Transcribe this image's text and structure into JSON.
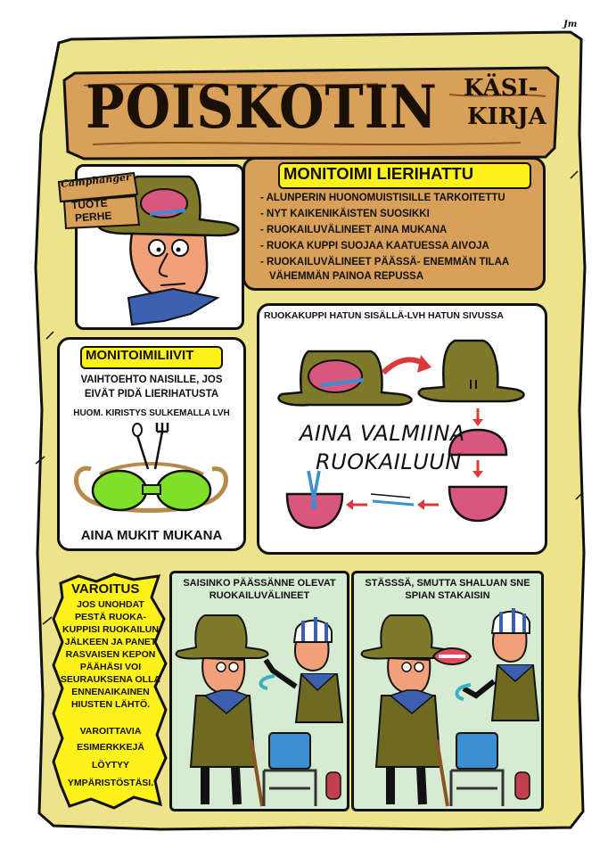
{
  "signature": "Jm",
  "title": {
    "main": "POISKOTIN",
    "side_line1": "KÄSI-",
    "side_line2": "KIRJA"
  },
  "badge": {
    "brand": "Camphanger",
    "line1": "TUOTE",
    "line2": "PERHE"
  },
  "hat_section": {
    "heading": "MONITOIMI LIERIHATTU",
    "items": [
      "- ALUNPERIN HUONOMUISTISILLE TARKOITETTU",
      "- NYT KAIKENIKÄISTEN SUOSIKKI",
      "- RUOKAILUVÄLINEET AINA MUKANA",
      "- RUOKA KUPPI SUOJAA KAATUESSA AIVOJA",
      "- RUOKAILUVÄLINEET PÄÄSSÄ- ENEMMÄN TILAA",
      "VÄHEMMÄN PAINOA REPUSSA"
    ]
  },
  "vest_section": {
    "heading": "MONITOIMILIIVIT",
    "line1": "VAIHTOEHTO NAISILLE, JOS",
    "line2": "EIVÄT PIDÄ LIERIHATUSTA",
    "note": "HUOM. KIRISTYS SULKEMALLA LVH",
    "caption": "AINA MUKIT MUKANA"
  },
  "cup_section": {
    "caption": "RUOKAKUPPI HATUN SISÄLLÄ-LVH  HATUN  SIVUSSA",
    "slogan_line1": "AINA VALMIINA",
    "slogan_line2": "RUOKAILUUN"
  },
  "warning": {
    "heading": "VAROITUS",
    "lines": [
      "JOS UNOHDAT",
      "PESTÄ RUOKA-",
      "KUPPISI RUOKAILUN",
      "JÄLKEEN JA PANET",
      "RASVAISEN KEPON",
      "PÄÄHÄSI VOI",
      "SEURAUKSENA OLLA",
      "ENNENAIKAINEN",
      "HIUSTEN LÄHTÖ."
    ],
    "lines2": [
      "VAROITTAVIA",
      "ESIMERKKEJÄ",
      "LÖYTYY",
      "YMPÄRISTÖSTÄSI."
    ]
  },
  "comic1": {
    "line1": "SAISINKO PÄÄSSÄNNE OLEVAT",
    "line2": "RUOKAILUVÄLINEET"
  },
  "comic2": {
    "line1": "STÄSSSÄ, SMUTTA SHALUAN SNE",
    "line2": "SPIAN STAKAISIN"
  },
  "colors": {
    "parchment": "#ece38a",
    "wood": "#d9a05a",
    "wood_dark": "#8a5424",
    "hat_green": "#7e7a2a",
    "pink": "#d9577e",
    "lime": "#7fe02a",
    "yellow": "#fff21a",
    "comic_bg": "#d6ecd2",
    "scarf_blue": "#3c5fae"
  }
}
